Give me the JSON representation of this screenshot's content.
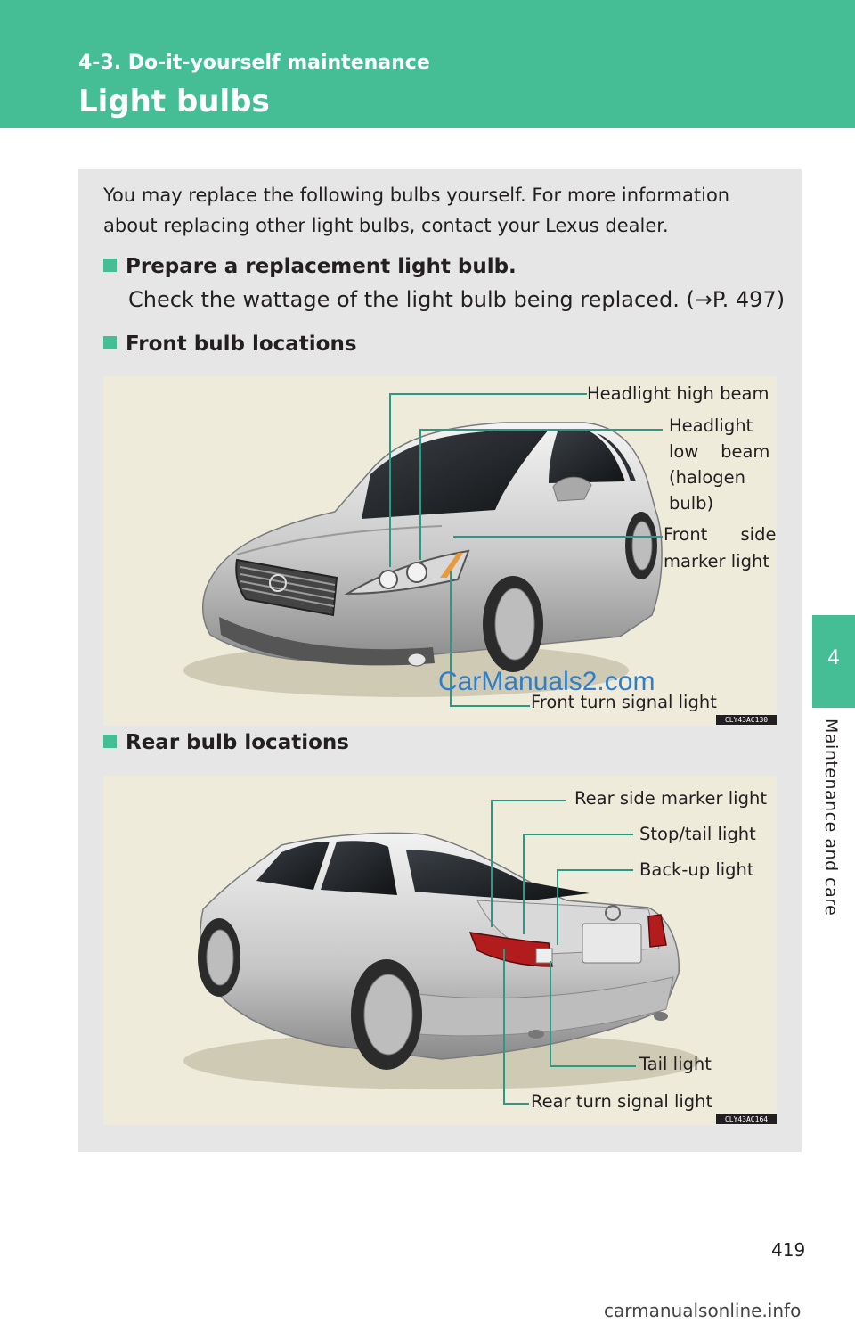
{
  "header": {
    "section": "4-3. Do-it-yourself maintenance",
    "title": "Light bulbs",
    "accent_color": "#45be96"
  },
  "side_tab": {
    "number": "4",
    "label": "Maintenance and care"
  },
  "intro": "You may replace the following bulbs yourself. For more information about replacing other light bulbs, contact your Lexus dealer.",
  "sections": {
    "prepare": {
      "heading": "Prepare a replacement light bulb.",
      "text": "Check the wattage of the light bulb being replaced. (→P. 497)"
    },
    "front": {
      "heading": "Front bulb locations",
      "labels": {
        "high_beam": "Headlight high beam",
        "low_beam_1": "Headlight",
        "low_beam_2": "low    beam",
        "low_beam_3": "(halogen",
        "low_beam_4": "bulb)",
        "side_marker_1": "Front      side",
        "side_marker_2": "marker light",
        "turn_signal": "Front turn signal light"
      },
      "figure_code": "CLY43AC130"
    },
    "rear": {
      "heading": "Rear bulb locations",
      "labels": {
        "side_marker": "Rear side marker light",
        "stop_tail": "Stop/tail light",
        "backup": "Back-up light",
        "tail": "Tail light",
        "turn_signal": "Rear turn signal light"
      },
      "figure_code": "CLY43AC164"
    }
  },
  "watermark": "CarManuals2.com",
  "page_number": "419",
  "footer_url": "carmanualsonline.info"
}
